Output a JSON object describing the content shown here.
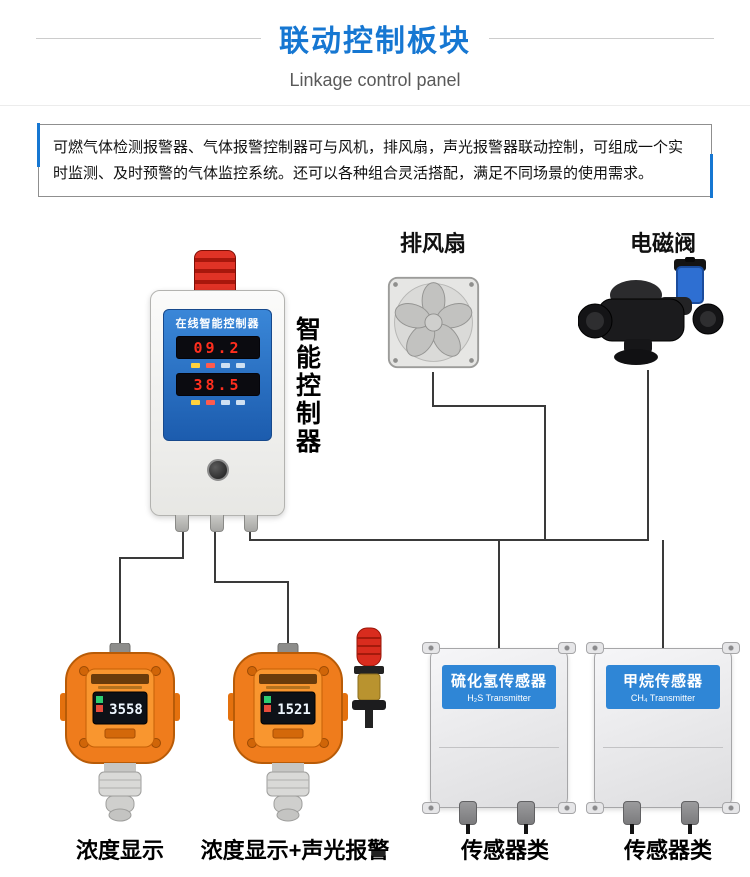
{
  "header": {
    "title": "联动控制板块",
    "subtitle": "Linkage control panel"
  },
  "description": {
    "text": "可燃气体检测报警器、气体报警控制器可与风机，排风扇，声光报警器联动控制，可组成一个实时监测、及时预警的气体监控系统。还可以各种组合灵活搭配，满足不同场景的使用需求。"
  },
  "diagram": {
    "controller": {
      "panel_title": "在线智能控制器",
      "display1": "09.2",
      "display2": "38.5",
      "side_label": "智能控制器"
    },
    "fan": {
      "label": "排风扇"
    },
    "valve": {
      "label": "电磁阀"
    },
    "detector1": {
      "screen": "3558",
      "caption": "浓度显示"
    },
    "detector2": {
      "screen": "1521",
      "caption": "浓度显示+声光报警"
    },
    "sensor1": {
      "name_cn": "硫化氢传感器",
      "name_en": "H₂S Transmitter",
      "caption": "传感器类"
    },
    "sensor2": {
      "name_cn": "甲烷传感器",
      "name_en": "CH₄ Transmitter",
      "caption": "传感器类"
    }
  },
  "colors": {
    "accent_blue": "#1677d2",
    "panel_blue": "#2f7fd6",
    "band_blue": "#2f86d6",
    "device_orange": "#ef7c1c",
    "alarm_red": "#d42a1e"
  }
}
